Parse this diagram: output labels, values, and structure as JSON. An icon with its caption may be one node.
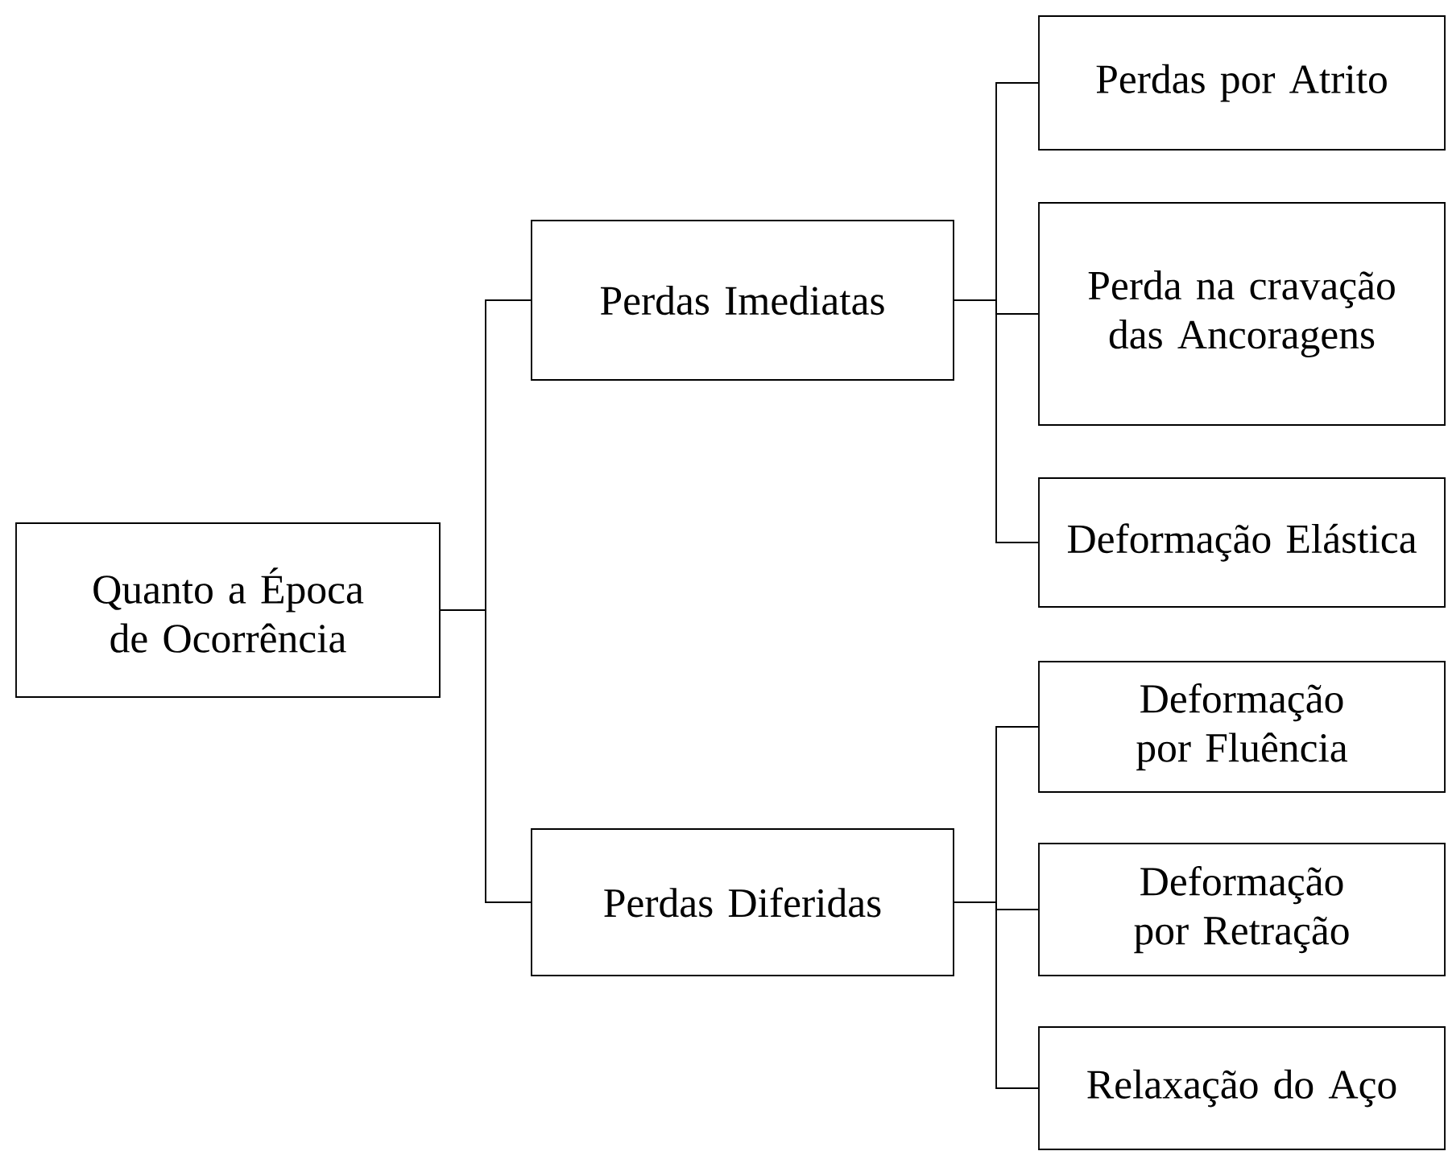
{
  "diagram": {
    "nodes": [
      {
        "text": [
          "Quanto a Época de Ocorrência"
        ]
      },
      {
        "text": [
          "Perdas Imediatas"
        ]
      },
      {
        "text": [
          "Perdas Diferidas"
        ]
      },
      {
        "text": [
          "Perdas por Atrito"
        ]
      },
      {
        "text": [
          "Perda na cravação das Ancoragens"
        ]
      },
      {
        "text": [
          "Deformação Elástica"
        ]
      },
      {
        "text": [
          "Deformação por Fluência"
        ]
      },
      {
        "text": [
          "Deformação por Retração"
        ]
      },
      {
        "text": [
          "Relaxação do Aço"
        ]
      }
    ],
    "edges": [
      {
        "from": 0,
        "to": 1,
        "arrow": "none"
      },
      {
        "from": 0,
        "to": 2,
        "arrow": "none"
      },
      {
        "from": 1,
        "to": 3,
        "arrow": "none"
      },
      {
        "from": 1,
        "to": 4,
        "arrow": "none"
      },
      {
        "from": 1,
        "to": 5,
        "arrow": "none"
      },
      {
        "from": 2,
        "to": 6,
        "arrow": "none"
      },
      {
        "from": 2,
        "to": 7,
        "arrow": "none"
      },
      {
        "from": 2,
        "to": 8,
        "arrow": "none"
      }
    ]
  }
}
